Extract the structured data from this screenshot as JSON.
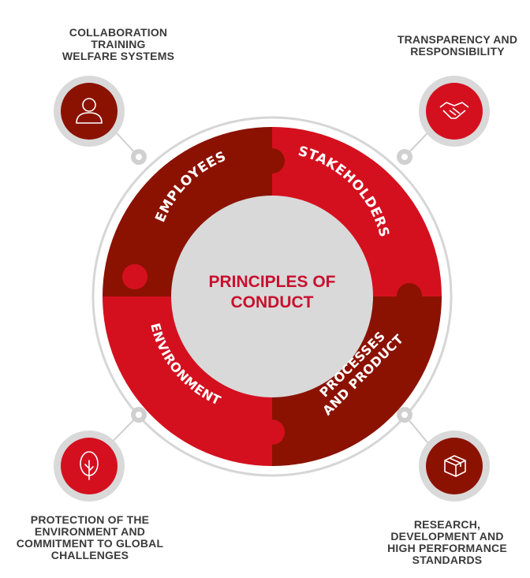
{
  "center": {
    "line1": "PRINCIPLES OF",
    "line2": "CONDUCT"
  },
  "segments": {
    "employees": "EMPLOYEES",
    "stakeholders": "STAKEHOLDERS",
    "processes_line1": "PROCESSES",
    "processes_line2": "AND PRODUCT",
    "environment": "ENVIRONMENT"
  },
  "captions": {
    "top_left": [
      "COLLABORATION",
      "TRAINING",
      "WELFARE SYSTEMS"
    ],
    "top_right": [
      "TRANSPARENCY AND",
      "RESPONSIBILITY"
    ],
    "bottom_left": [
      "PROTECTION OF THE",
      "ENVIRONMENT AND",
      "COMMITMENT TO GLOBAL",
      "CHALLENGES"
    ],
    "bottom_right": [
      "RESEARCH,",
      "DEVELOPMENT AND",
      "HIGH PERFORMANCE",
      "STANDARDS"
    ]
  },
  "icons": {
    "top_left": "person-icon",
    "top_right": "handshake-icon",
    "bottom_left": "tree-icon",
    "bottom_right": "box-icon"
  },
  "colors": {
    "dark_red": "#8b1200",
    "bright_red": "#d4101f",
    "center_grey": "#d9d9d9",
    "ring_grey": "#d4d4d4",
    "title_red": "#c8102e"
  }
}
